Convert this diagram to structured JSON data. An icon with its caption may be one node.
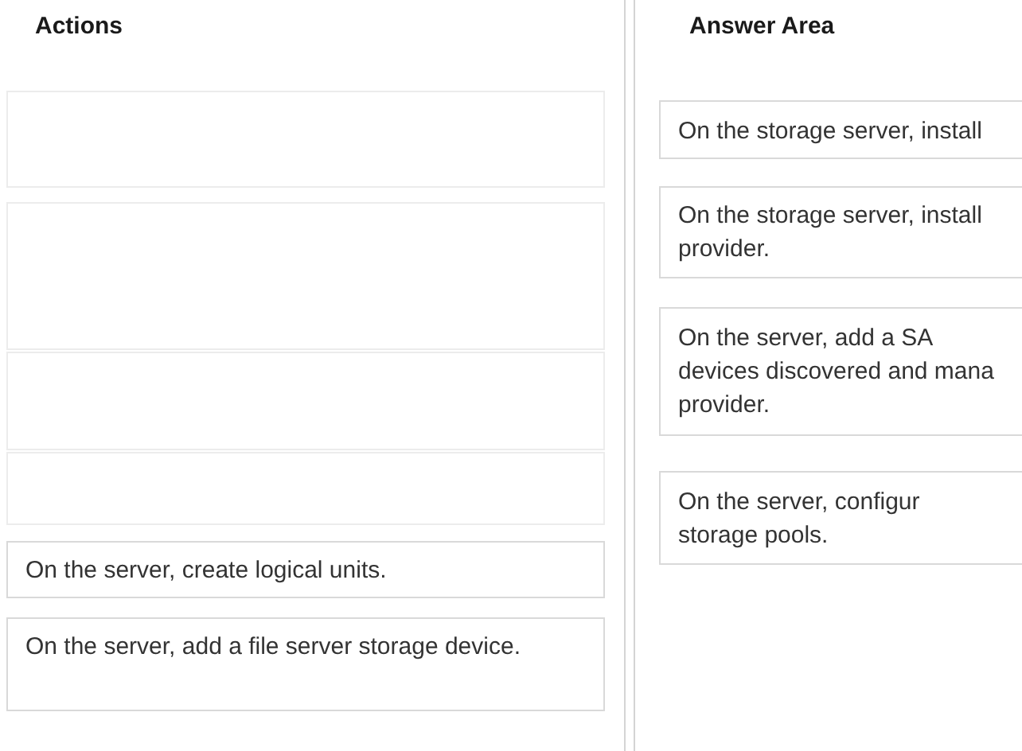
{
  "diagram": {
    "nodes": [
      {
        "text": [
          "Actions"
        ]
      },
      {
        "text": [],
        "shape": "box",
        "in": 0
      },
      {
        "text": [],
        "shape": "box",
        "in": 0
      },
      {
        "text": [],
        "shape": "box",
        "in": 0
      },
      {
        "text": [],
        "shape": "box",
        "in": 0
      },
      {
        "text": [
          "On the server, create logical units."
        ],
        "in": 0
      },
      {
        "text": [
          "On the server, add a file server storage device."
        ],
        "in": 0
      },
      {
        "text": [
          "Answer Area"
        ]
      },
      {
        "text": [
          "On the storage server, install"
        ],
        "in": 7
      },
      {
        "text": [
          "On the storage server, install provider."
        ],
        "in": 7
      },
      {
        "text": [
          "On the server, add a SA devices discovered and mana provider."
        ],
        "in": 7
      },
      {
        "text": [
          "On the server, configur storage pools."
        ],
        "in": 7
      }
    ]
  }
}
